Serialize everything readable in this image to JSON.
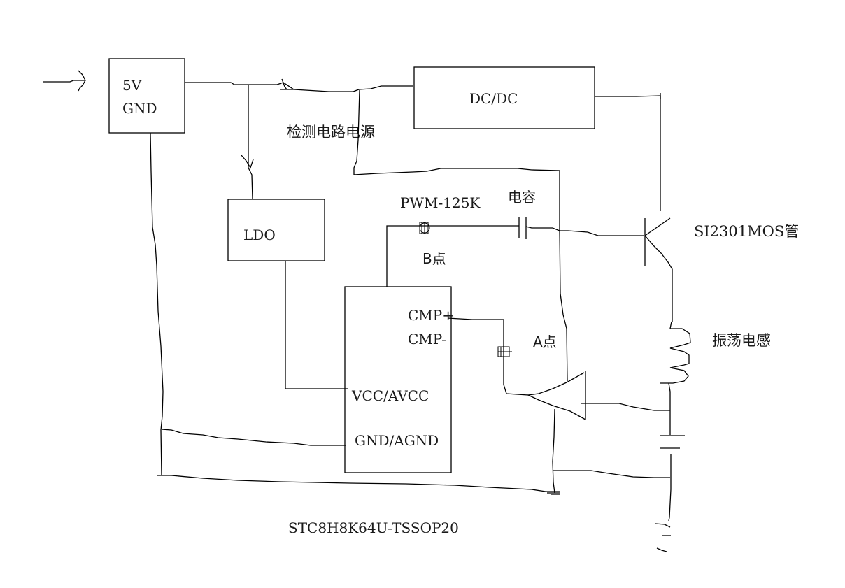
{
  "diagram": {
    "title": "STC8H8K64U-TSSOP20",
    "colors": {
      "stroke": "#000000",
      "background": "#ffffff",
      "text": "#1a1a1a"
    },
    "blocks": {
      "power_input": {
        "line1": "5V",
        "line2": "GND"
      },
      "dcdc": {
        "label": "DC/DC"
      },
      "ldo": {
        "label": "LDO"
      },
      "mcu": {
        "pins": {
          "cmp_plus": "CMP+",
          "cmp_minus": "CMP-",
          "vcc": "VCC/AVCC",
          "gnd": "GND/AGND"
        }
      }
    },
    "labels": {
      "sense_supply": "检测电路电源",
      "pwm": "PWM-125K",
      "capacitor": "电容",
      "point_b": "B点",
      "point_a": "A点",
      "mosfet": "SI2301MOS管",
      "inductor": "振荡电感",
      "chip_name": "STC8H8K64U-TSSOP20"
    },
    "icons": {
      "input_arrow": "arrow-right-icon",
      "probe_b": "probe-marker-icon",
      "probe_a": "probe-marker-icon",
      "ground": "ground-icon",
      "capacitor": "capacitor-icon",
      "inductor": "inductor-icon",
      "transistor": "transistor-icon",
      "comparator": "triangle-buffer-icon"
    }
  }
}
